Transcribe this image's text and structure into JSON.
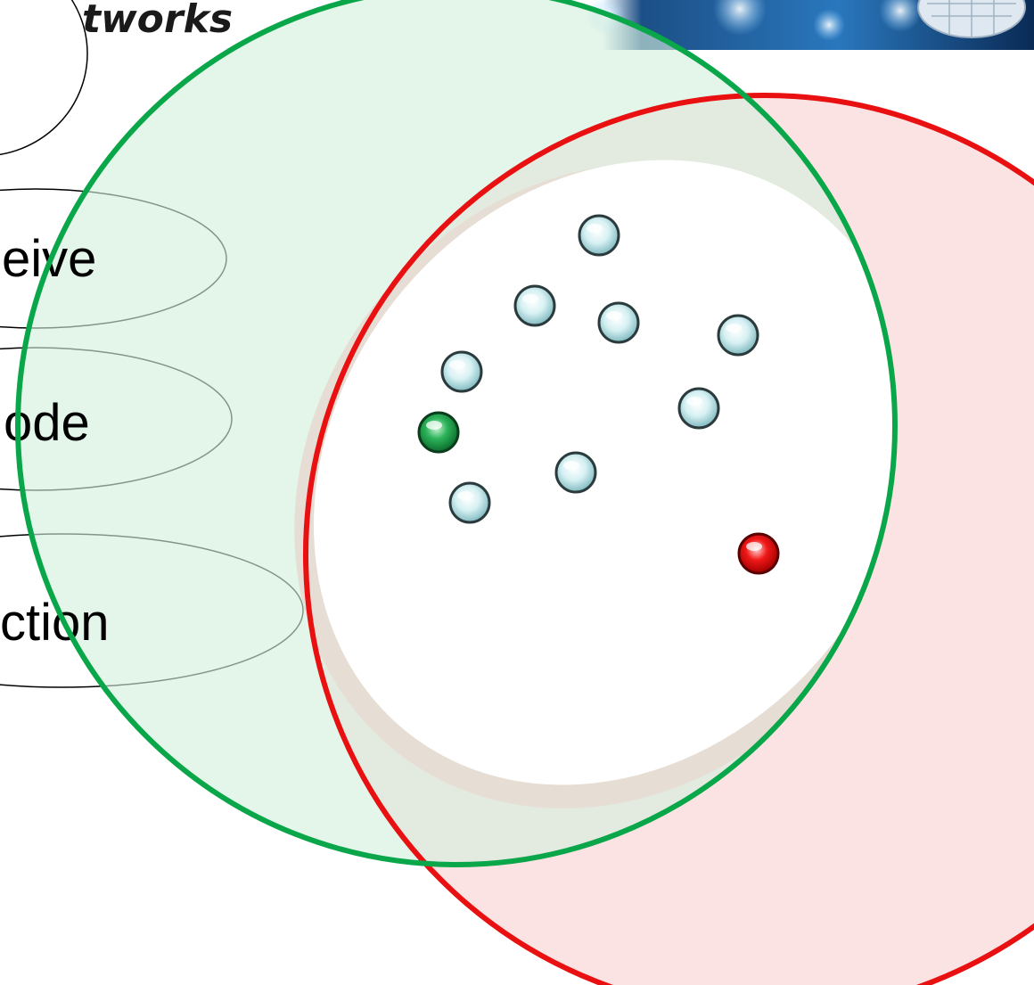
{
  "header": {
    "title_fragment": "tworks"
  },
  "labels": {
    "receive": "eive",
    "node": "ode",
    "action": "ction"
  },
  "colors": {
    "green_circle": "#0aa64a",
    "green_fill": "#e4f5ea",
    "red_circle": "#e81010",
    "red_fill": "#fbe3e3",
    "overlap_shadow": "#e6ded4",
    "node_default": "#c9ecef",
    "node_green": "#1e9a46",
    "node_red": "#e80f0f",
    "banner_dark": "#0b2d5a",
    "banner_light": "#6ca8d8"
  },
  "nodes": [
    {
      "name": "node-1",
      "color": "default"
    },
    {
      "name": "node-2",
      "color": "default"
    },
    {
      "name": "node-3",
      "color": "default"
    },
    {
      "name": "node-4",
      "color": "default"
    },
    {
      "name": "node-5",
      "color": "default"
    },
    {
      "name": "node-6",
      "color": "default"
    },
    {
      "name": "node-7",
      "color": "green"
    },
    {
      "name": "node-8",
      "color": "default"
    },
    {
      "name": "node-9",
      "color": "default"
    },
    {
      "name": "node-10",
      "color": "red"
    }
  ]
}
